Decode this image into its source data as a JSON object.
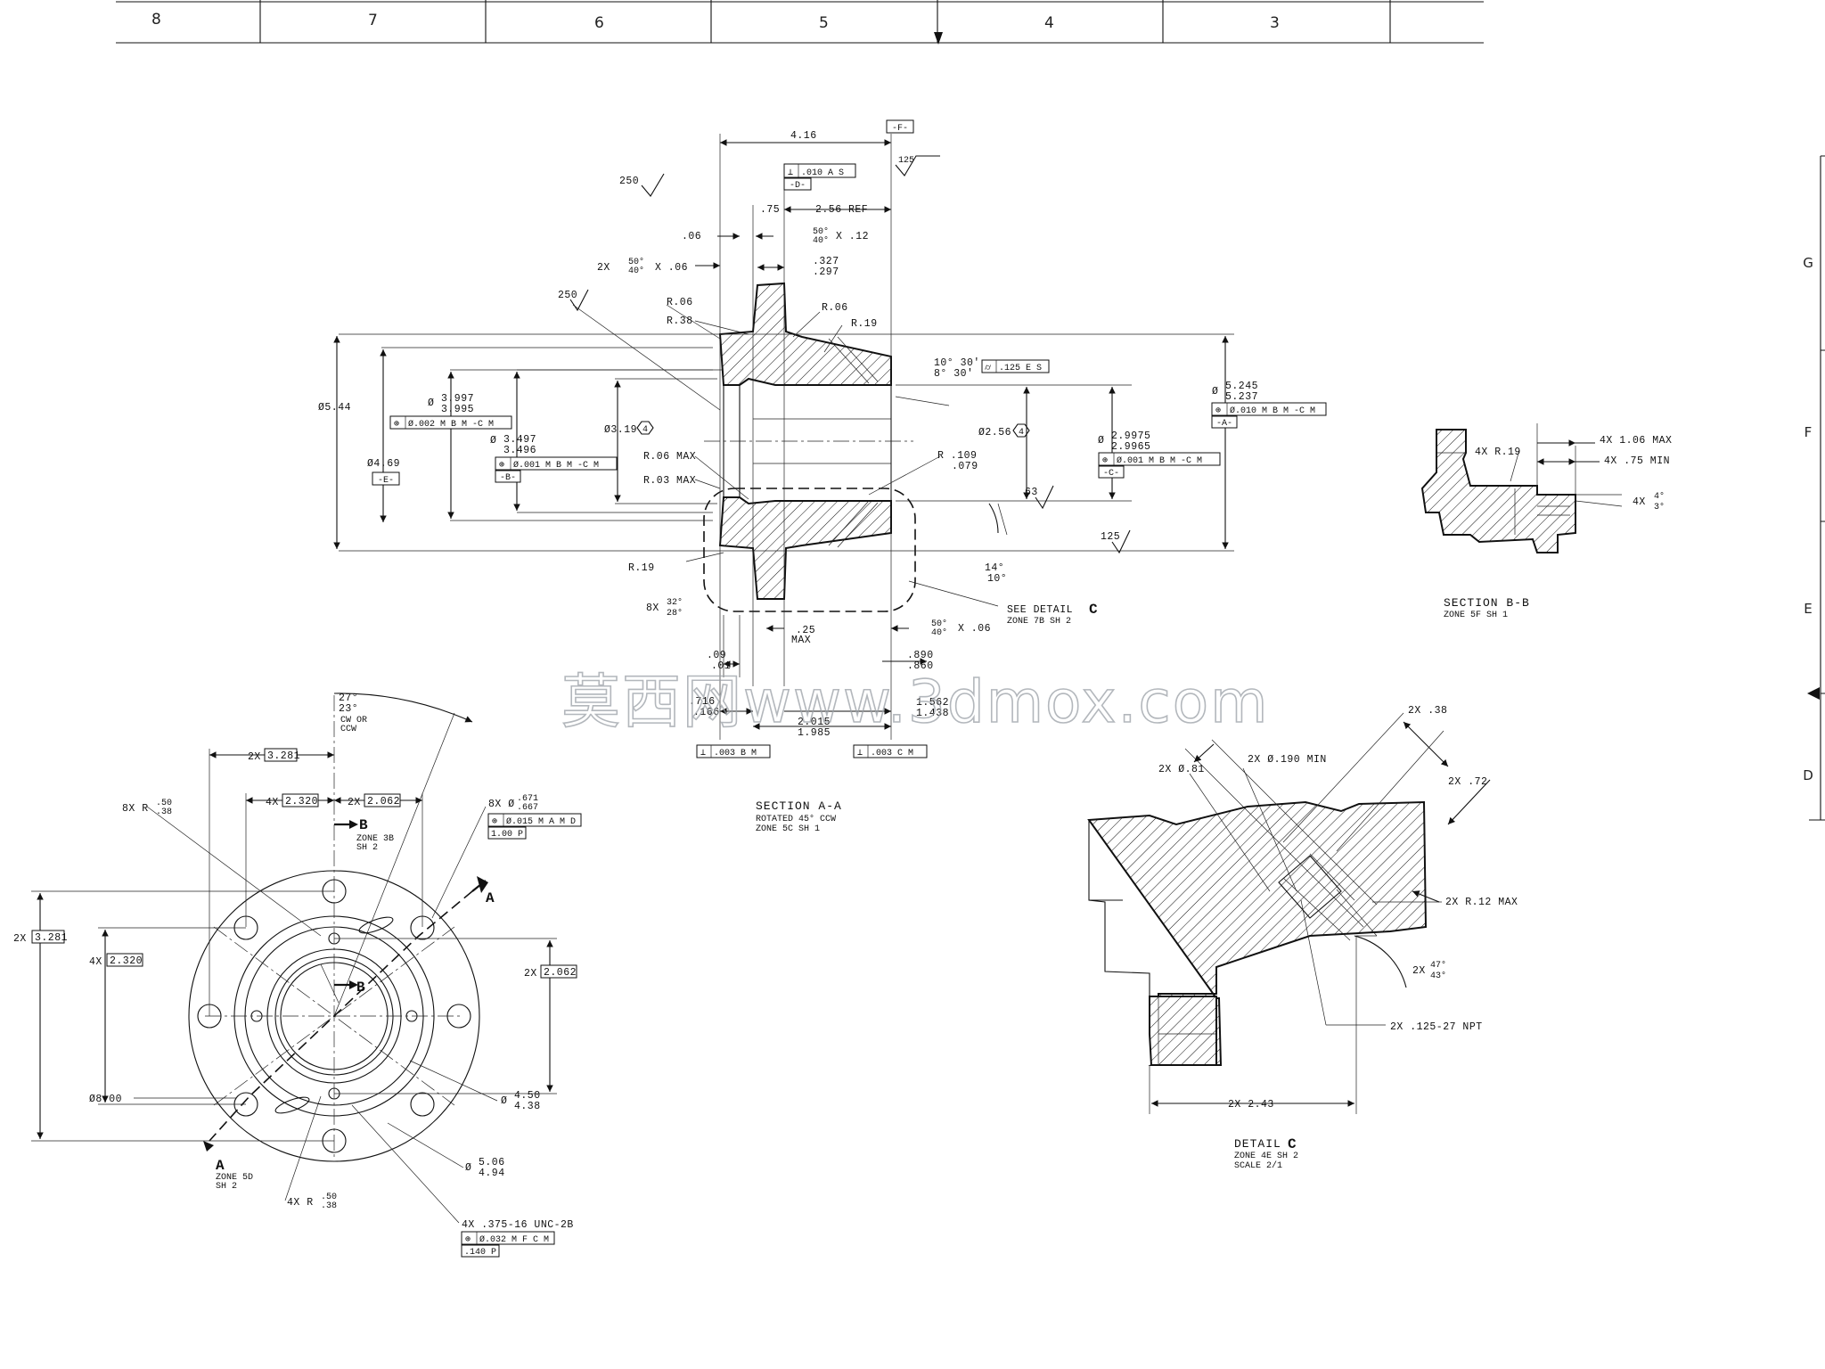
{
  "zones_top": [
    "8",
    "7",
    "6",
    "5",
    "4",
    "3"
  ],
  "zones_right": [
    "G",
    "F",
    "E",
    "D"
  ],
  "watermark": "莫西网www.3dmox.com",
  "section_aa": {
    "title": "SECTION A-A",
    "sub1": "ROTATED 45° CCW",
    "sub2": "ZONE 5C SH 1",
    "datum_f": "-F-",
    "datum_d": "-D-",
    "datum_a": "-A-",
    "datum_b": "-B-",
    "datum_c": "-C-",
    "datum_e": "-E-",
    "d_416": "4.16",
    "fcf_d": ".010 A S",
    "s125_top": "125",
    "s250_a": "250",
    "s250_b": "250",
    "s63": "63",
    "s125_b": "125",
    "d_75": ".75",
    "d_256ref": "2.56 REF",
    "d_06": ".06",
    "d_50_40_12a": "50°",
    "d_50_40_12b": "40°",
    "d_x12": "X .12",
    "d_2x": "2X",
    "d_5040a": "50°",
    "d_5040b": "40°",
    "d_x06": "X .06",
    "d_327": ".327",
    "d_297": ".297",
    "r06a": "R.06",
    "r38": "R.38",
    "r06b": "R.06",
    "r19a": "R.19",
    "dia544": "Ø5.44",
    "dia3997": "3.997",
    "dia3995": "3.995",
    "dia_sym": "Ø",
    "fcf_1": "Ø.002 M B M -C M",
    "dia3497": "3.497",
    "dia3496": "3.496",
    "fcf_2": "Ø.001 M B M -C M",
    "dia469": "Ø4.69",
    "dia319": "Ø3.19",
    "n4a": "4",
    "r06max": "R.06 MAX",
    "r03max": "R.03 MAX",
    "r19b": "R.19",
    "ang_1030": "10° 30'",
    "ang_830": "8° 30'",
    "fcf_3": ".125 E S",
    "dia256": "Ø2.56",
    "n4b": "4",
    "r109": "R .109",
    "r079": ".079",
    "dia29975": "2.9975",
    "dia29965": "2.9965",
    "fcf_4": "Ø.001 M B M -C M",
    "dia5245": "5.245",
    "dia5237": "5.237",
    "fcf_5": "Ø.010 M B M -C M",
    "ang14": "14°",
    "ang10": "10°",
    "see_detail": "SEE DETAIL",
    "see_detail_c": "C",
    "see_zone": "ZONE 7B SH 2",
    "d_8x": "8X",
    "d_32": "32°",
    "d_28": "28°",
    "d_25max_a": ".25",
    "d_25max_b": "MAX",
    "d_50_x06a": "50°",
    "d_50_x06b": "40°",
    "d_50_x06c": "X .06",
    "d_09": ".09",
    "d_01": ".01",
    "d_890": ".890",
    "d_860": ".860",
    "d_716": ".716",
    "d_166": ".166",
    "d_2015": "2.015",
    "d_1985": "1.985",
    "d_1562": "1.562",
    "d_1438": "1.438",
    "fcf_6": ".003 B M",
    "fcf_7": ".003 C M"
  },
  "section_bb": {
    "title": "SECTION B-B",
    "sub": "ZONE 5F SH 1",
    "r19": "4X R.19",
    "d106": "4X 1.06 MAX",
    "d75": "4X .75 MIN",
    "ang_4x": "4X",
    "ang_4": "4°",
    "ang_3": "3°"
  },
  "front_view": {
    "a27": "27°",
    "a23": "23°",
    "cw": "CW OR",
    "ccw": "CCW",
    "d2x_3281": "2X",
    "v3281": "3.281",
    "d4x_2320": "4X",
    "v2320": "2.320",
    "d2x_2062": "2X",
    "v2062": "2.062",
    "r8x_a": "8X R",
    "r8x_50": ".50",
    "r8x_38": ".38",
    "b_label": "B",
    "b_zone1": "ZONE 3B",
    "b_zone2": "SH 2",
    "h8x": "8X Ø",
    "h671": ".671",
    "h667": ".667",
    "fcf_h": "Ø.015 M A M D",
    "fcf_h2": "1.00 P",
    "a_label": "A",
    "l2x_3281": "2X",
    "lv3281": "3.281",
    "l4x_2320": "4X",
    "lv2320": "2.320",
    "r2x_2062": "2X",
    "rv2062": "2.062",
    "b_center": "B",
    "dia800": "Ø8.00",
    "dia450": "4.50",
    "dia438": "4.38",
    "dia_sym": "Ø",
    "dia506": "5.06",
    "dia494": "4.94",
    "a_bottom": "A",
    "a_zone1": "ZONE 5D",
    "a_zone2": "SH 2",
    "r4x": "4X R",
    "r4x_50": ".50",
    "r4x_38": ".38",
    "thread": "4X .375-16 UNC-2B",
    "fcf_t": "Ø.032 M F C M",
    "fcf_t2": ".140 P"
  },
  "detail_c": {
    "title": "DETAIL",
    "title_c": "C",
    "zone": "ZONE 4E SH 2",
    "scale": "SCALE 2/1",
    "d2x38": "2X .38",
    "d2x81": "2X Ø.81",
    "d2x190": "2X Ø.190 MIN",
    "d2x72": "2X .72",
    "r12": "2X R.12 MAX",
    "ang_2x": "2X",
    "ang47": "47°",
    "ang43": "43°",
    "npt": "2X .125-27 NPT",
    "d243": "2X 2.43"
  }
}
